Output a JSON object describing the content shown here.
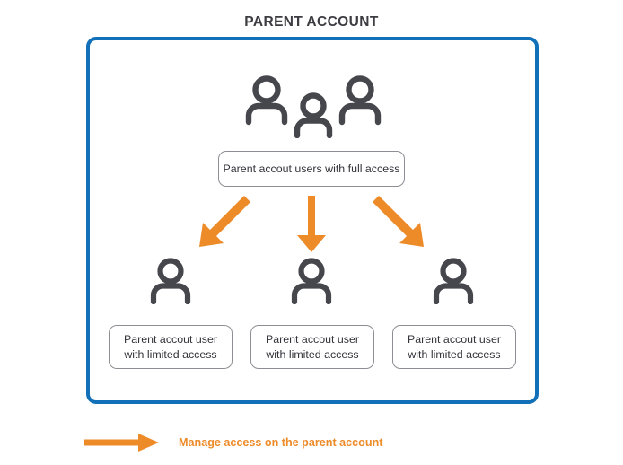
{
  "diagram": {
    "title": "PARENT ACCOUNT",
    "colors": {
      "frame_blue": "#1270b8",
      "arrow_orange": "#ed8b28",
      "icon_gray": "#46464d",
      "box_border_gray": "#8d8d93",
      "text_dark": "#33333a",
      "title_gray": "#3c3c42"
    },
    "top_node": {
      "icon": "three-people-icon",
      "label": "Parent accout users with full access"
    },
    "child_nodes": [
      {
        "icon": "person-icon",
        "label_line1": "Parent accout user",
        "label_line2": "with limited access"
      },
      {
        "icon": "person-icon",
        "label_line1": "Parent accout user",
        "label_line2": "with limited access"
      },
      {
        "icon": "person-icon",
        "label_line1": "Parent accout user",
        "label_line2": "with limited access"
      }
    ],
    "connectors": [
      {
        "name": "arrow-down-left",
        "direction": "down-left"
      },
      {
        "name": "arrow-down",
        "direction": "down"
      },
      {
        "name": "arrow-down-right",
        "direction": "down-right"
      }
    ],
    "legend": {
      "icon": "right-arrow-icon",
      "label": "Manage access on the parent account"
    }
  }
}
